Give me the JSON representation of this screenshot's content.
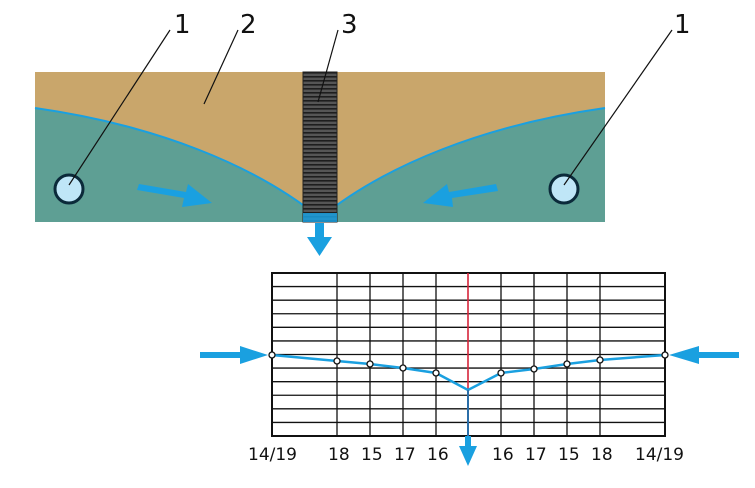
{
  "callouts": {
    "left_well": "1",
    "soil": "2",
    "center_well": "3",
    "right_well": "1"
  },
  "bottom_labels": {
    "left_end": "14/19",
    "l4": "18",
    "l3": "15",
    "l2": "17",
    "l1": "16",
    "r1": "16",
    "r2": "17",
    "r3": "15",
    "r4": "18",
    "right_end": "14/19"
  },
  "colors": {
    "soil": "#c9a66b",
    "water": "#5e9f94",
    "water_line": "#1aa0e0",
    "arrow": "#1aa0e0",
    "grid": "#111111",
    "center_axis": "#d6243a",
    "pipe_dark": "#333333",
    "well_fill": "#bfe6f7"
  },
  "icons": {
    "flow_arrow": "arrow-icon",
    "well": "well-circle-icon"
  }
}
